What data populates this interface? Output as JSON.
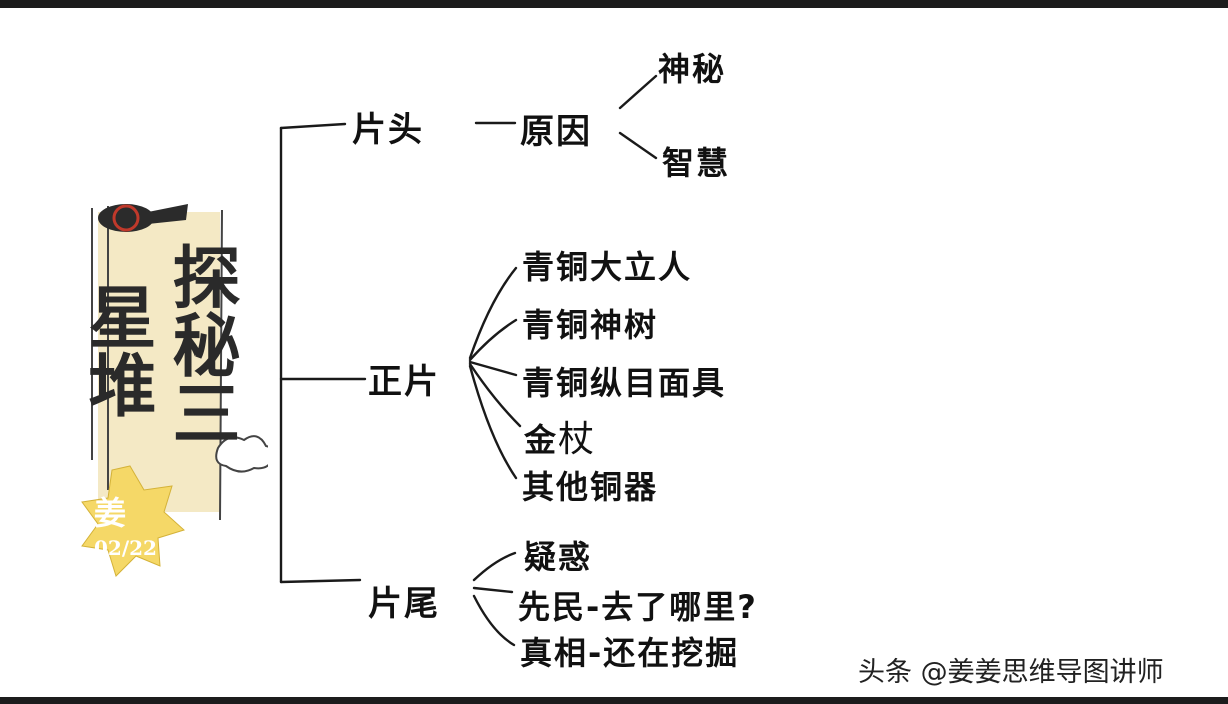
{
  "mindmap": {
    "branches": [
      {
        "label": "片头",
        "children": [
          {
            "label": "原因",
            "children": [
              {
                "label": "神秘"
              },
              {
                "label": "智慧"
              }
            ]
          }
        ]
      },
      {
        "label": "正片",
        "children": [
          {
            "label": "青铜大立人"
          },
          {
            "label": "青铜神树"
          },
          {
            "label": "青铜纵目面具"
          },
          {
            "label": "金",
            "suffix": ""
          },
          {
            "label": "其他铜器"
          }
        ]
      },
      {
        "label": "片尾",
        "children": [
          {
            "label": "疑惑"
          },
          {
            "label": "先民-去了哪里?"
          },
          {
            "label": "真相-还在挖掘"
          }
        ]
      }
    ],
    "jin_suffix": "杖"
  },
  "title_card": {
    "col_right": "探秘三",
    "col_left": "星堆",
    "badge_char": "姜",
    "badge_date": "02/22"
  },
  "watermark": "头条 @姜姜思维导图讲师",
  "colors": {
    "card": "#f3e7bf",
    "badge": "#f5d867",
    "ink": "#1a1a1a"
  }
}
